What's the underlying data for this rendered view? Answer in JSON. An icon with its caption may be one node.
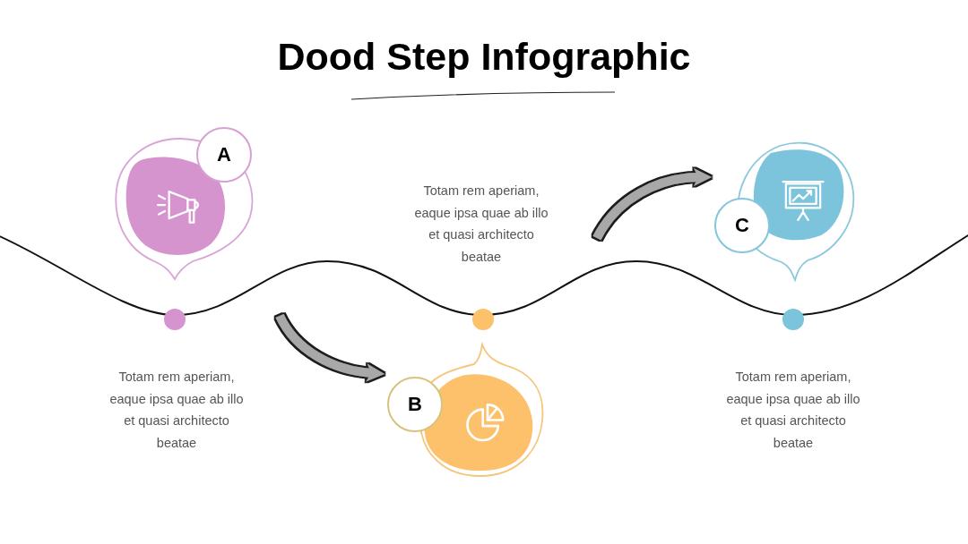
{
  "diagram": {
    "title": "Dood Step Infographic",
    "nodes": [
      {
        "text": [
          "A"
        ]
      },
      {
        "text": [
          "B"
        ]
      },
      {
        "text": [
          "C"
        ]
      }
    ],
    "edges": [
      {
        "from": null,
        "to": 1,
        "arrow": "to"
      },
      {
        "from": null,
        "to": 2,
        "arrow": "to"
      }
    ],
    "labels": [
      "Totam rem aperiam, eaque ipsa quae ab illo et quasi architecto beatae",
      "Totam rem aperiam, eaque ipsa quae ab illo et quasi architecto beatae",
      "Totam rem aperiam, eaque ipsa quae ab illo et quasi architecto beatae"
    ]
  }
}
